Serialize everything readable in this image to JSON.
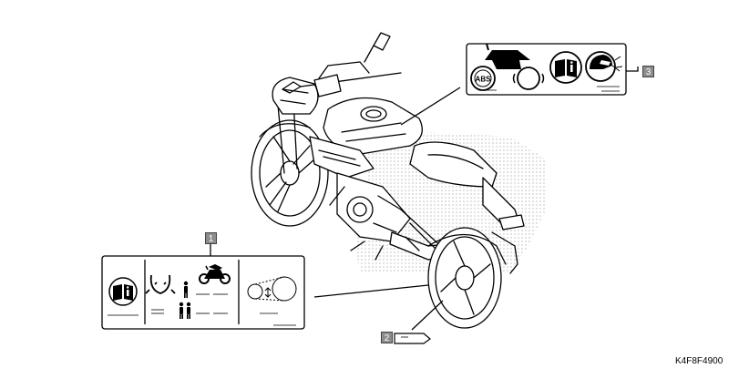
{
  "diagram": {
    "title": "",
    "reference_code": "K4F8F4900",
    "callouts": [
      {
        "id": "1",
        "label": "1"
      },
      {
        "id": "2",
        "label": "2"
      },
      {
        "id": "3",
        "label": "3"
      }
    ],
    "label_1": {
      "icons": [
        "owner-manual-icon",
        "tire-pressure-icon",
        "rider-icon",
        "motorcycle-icon",
        "rider-passenger-icon",
        "chain-slack-icon"
      ]
    },
    "label_3": {
      "text": "ABS",
      "icons": [
        "motorcycle-abs-icon",
        "owner-manual-icon",
        "helmet-icon"
      ]
    }
  }
}
